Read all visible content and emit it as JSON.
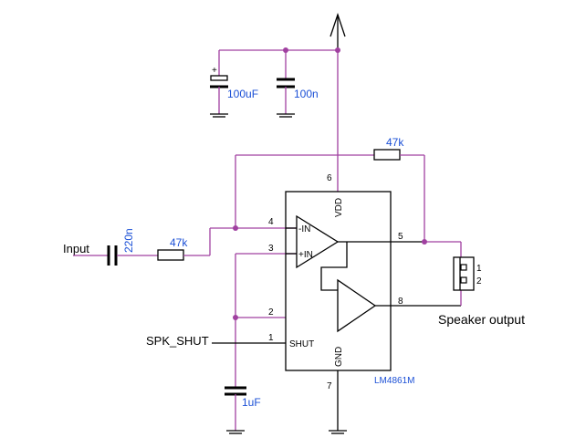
{
  "labels": {
    "input": "Input",
    "spk_shut": "SPK_SHUT",
    "speaker_output": "Speaker output"
  },
  "components": {
    "c_in": "220n",
    "r_in": "47k",
    "r_fb": "47k",
    "c_bulk": "100uF",
    "c_bulk_plus": "+",
    "c_dec": "100n",
    "c_shut": "1uF",
    "ic": "LM4861M"
  },
  "ic_pins": {
    "vdd": "VDD",
    "gnd": "GND",
    "shut": "SHUT",
    "in_minus": "-IN",
    "in_plus": "+IN",
    "p1": "1",
    "p2": "2",
    "p3": "3",
    "p4": "4",
    "p5": "5",
    "p6": "6",
    "p7": "7",
    "p8": "8"
  },
  "connector": {
    "pin1": "1",
    "pin2": "2"
  }
}
